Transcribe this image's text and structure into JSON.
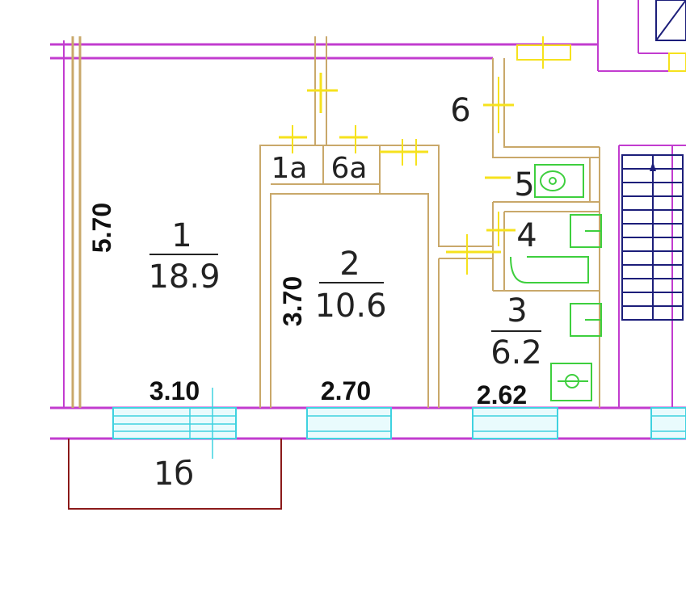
{
  "rooms": [
    {
      "number": "1",
      "area": "18.9"
    },
    {
      "number": "2",
      "area": "10.6"
    },
    {
      "number": "3",
      "area": "6.2"
    },
    {
      "number": "4"
    },
    {
      "number": "5"
    },
    {
      "number": "6"
    }
  ],
  "closets": {
    "a": "1а",
    "b": "6а"
  },
  "balcony_label": "1б",
  "dimensions": {
    "room1_width": "3.10",
    "room2_width": "2.70",
    "room3_width": "2.62",
    "room1_length": "5.70",
    "room2_length": "3.70"
  },
  "colors": {
    "outer_wall": "#c23ccf",
    "inner_wall": "#c9a86a",
    "door": "#f6e21d",
    "window": "#3fd2e0",
    "fixtures": "#3ecf3e",
    "stairs": "#1c1e7a",
    "balcony": "#8b1a1a"
  }
}
